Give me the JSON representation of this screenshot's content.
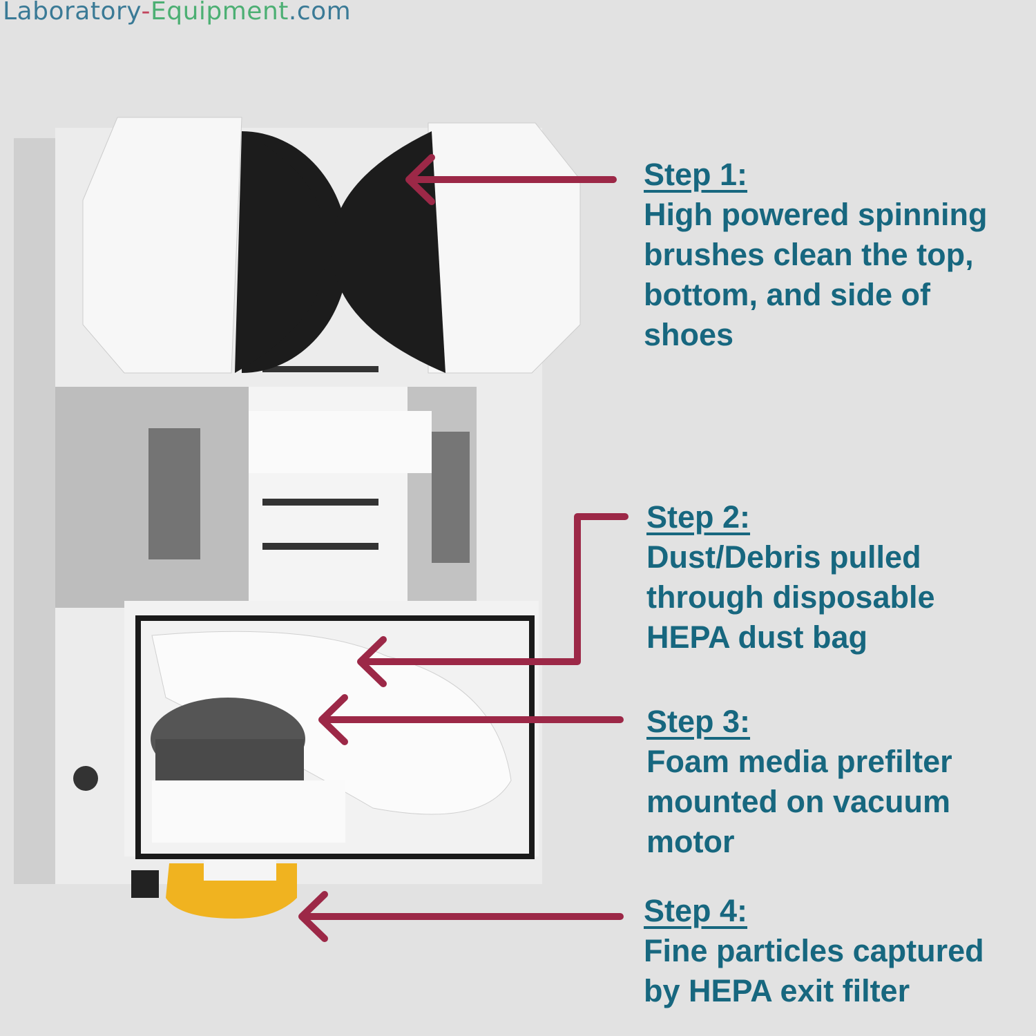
{
  "logo": {
    "part1": "Laboratory",
    "dash": "-",
    "part2": "Equipment",
    "part3": ".com"
  },
  "steps": [
    {
      "heading": "Step 1:",
      "text": "High powered spinning\nbrushes clean the top,\nbottom, and side of\nshoes"
    },
    {
      "heading": "Step 2:",
      "text": "Dust/Debris pulled\nthrough disposable\nHEPA dust bag"
    },
    {
      "heading": "Step 3:",
      "text": "Foam media prefilter\nmounted on vacuum\nmotor"
    },
    {
      "heading": "Step 4:",
      "text": "Fine particles captured\nby HEPA exit filter"
    }
  ],
  "colors": {
    "text": "#17677f",
    "arrow": "#9c2847",
    "background": "#e2e2e2"
  }
}
